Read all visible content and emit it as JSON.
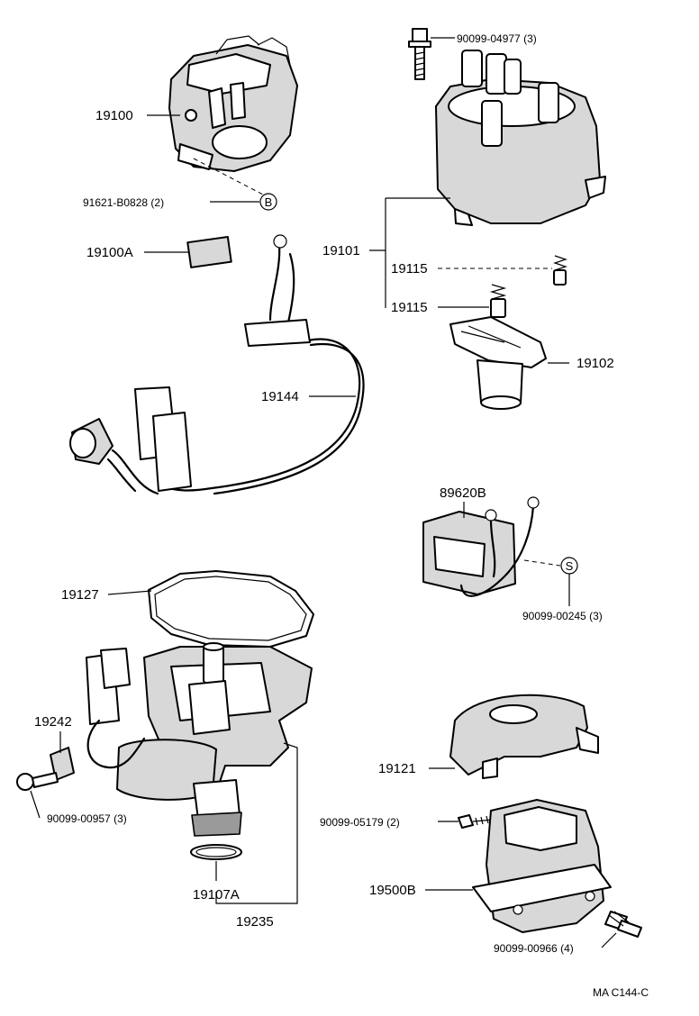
{
  "labels": {
    "p90099_04977": "90099-04977 (3)",
    "p19100": "19100",
    "p91621_b0828": "91621-B0828 (2)",
    "p19100a": "19100A",
    "p19101": "19101",
    "p19115_a": "19115",
    "p19115_b": "19115",
    "p19102": "19102",
    "p19144": "19144",
    "p89620b": "89620B",
    "p90099_00245": "90099-00245 (3)",
    "p19127": "19127",
    "p19242": "19242",
    "p90099_00957": "90099-00957 (3)",
    "p19121": "19121",
    "p90099_05179": "90099-05179 (2)",
    "p19107a": "19107A",
    "p19500b": "19500B",
    "p19235": "19235",
    "p90099_00966": "90099-00966 (4)"
  },
  "markers": {
    "b": "B",
    "s": "S"
  },
  "diagram_code": "MA C144-C"
}
